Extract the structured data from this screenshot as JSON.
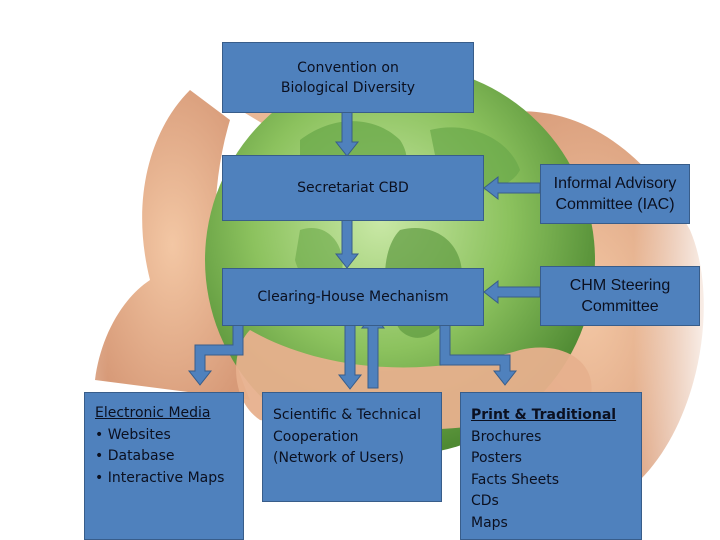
{
  "nodes": {
    "cbd": [
      "Convention on",
      "Biological Diversity"
    ],
    "secretariat": "Secretariat  CBD",
    "chm": "Clearing-House Mechanism",
    "iac": [
      "Informal Advisory",
      "Committee (IAC)"
    ],
    "steering": [
      "CHM Steering",
      "Committee"
    ],
    "electronic": {
      "title": "Electronic Media",
      "items": [
        "• Websites",
        "• Database",
        "• Interactive Maps"
      ]
    },
    "scientific": [
      "Scientific  & Technical",
      "Cooperation",
      "(Network of Users)"
    ],
    "print": {
      "title": "Print & Traditional",
      "items": [
        "Brochures",
        "Posters",
        "Facts Sheets",
        "CDs",
        "Maps"
      ]
    }
  },
  "colors": {
    "box": "#4f81bd",
    "border": "#385d8a",
    "arrow": "#385d8a"
  }
}
